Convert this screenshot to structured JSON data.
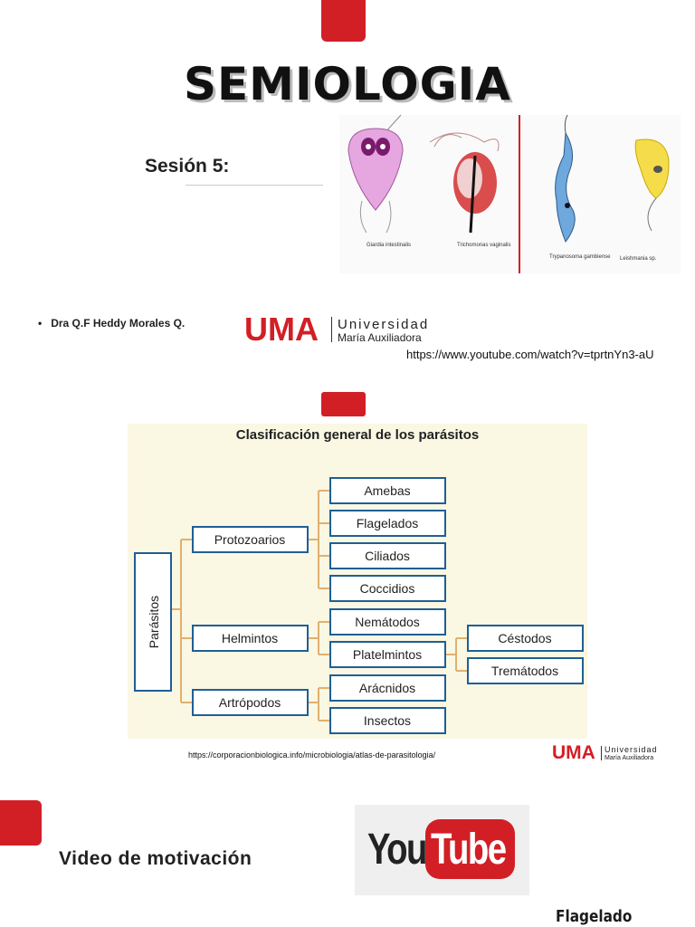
{
  "title": "SEMIOLOGIA",
  "session": "Sesión 5:",
  "author": "Dra Q.F Heddy Morales Q.",
  "logo": {
    "uma": "UMA",
    "line1": "Universidad",
    "line2": "María Auxiliadora"
  },
  "url_youtube": "https://www.youtube.com/watch?v=tprtnYn3-aU",
  "parasites_image": {
    "labels": [
      "Giardia intestinalis",
      "Trichomonas vaginalis",
      "Trypanosoma gambiense",
      "Leishmania sp."
    ]
  },
  "diagram": {
    "title": "Clasificación general de los parásitos",
    "root": "Parásitos",
    "groups": [
      "Protozoarios",
      "Helmintos",
      "Artrópodos"
    ],
    "items": [
      "Amebas",
      "Flagelados",
      "Ciliados",
      "Coccidios",
      "Nemátodos",
      "Platelmintos",
      "Arácnidos",
      "Insectos"
    ],
    "sub": [
      "Céstodos",
      "Tremátodos"
    ]
  },
  "url_atlas": "https://corporacionbiologica.info/microbiologia/atlas-de-parasitologia/",
  "video_label": "Video de motivación",
  "youtube_logo": {
    "you": "You",
    "tube": "Tube"
  },
  "flagelado_label": "Flagelado",
  "colors": {
    "brand_red": "#d21f26",
    "box_border": "#1f5f96",
    "diagram_bg": "#faf7e3",
    "connector": "#e0b070"
  }
}
